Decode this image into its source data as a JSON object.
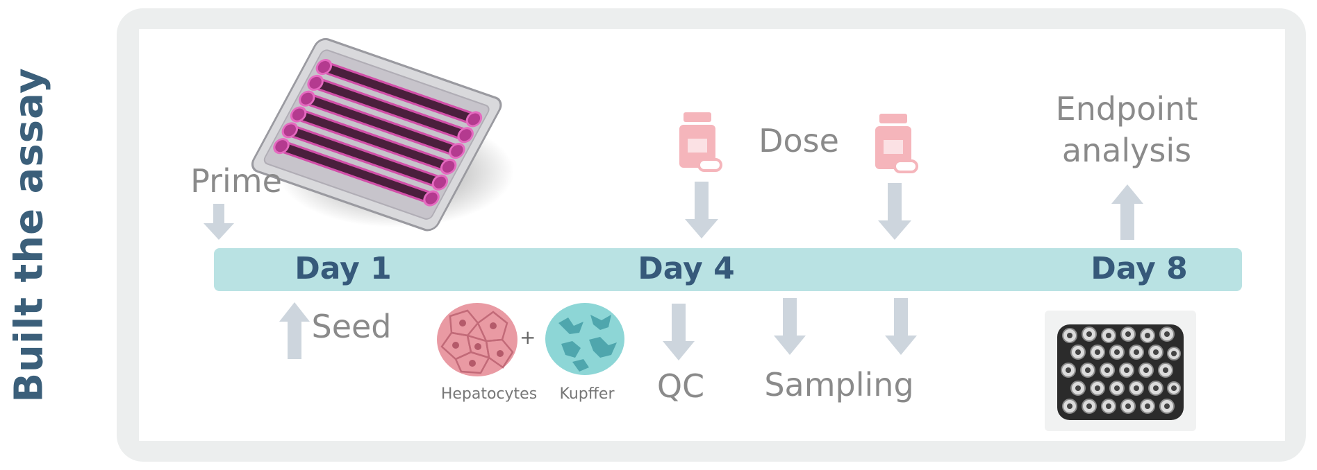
{
  "title": "Built the assay",
  "timeline": {
    "days": [
      "Day 1",
      "Day 4",
      "Day 8"
    ]
  },
  "steps": {
    "prime": "Prime",
    "seed": "Seed",
    "dose": "Dose",
    "qc": "QC",
    "sampling": "Sampling",
    "endpoint_line1": "Endpoint",
    "endpoint_line2": "analysis"
  },
  "cells": {
    "plus": "+",
    "hepatocytes": "Hepatocytes",
    "kupffer": "Kupffer"
  },
  "icons": {
    "arrow": "arrow-icon",
    "medicine": "medicine-bottle-icon",
    "plate": "microfluidic-plate-image",
    "hepatocyte_cells": "hepatocyte-cells-icon",
    "kupffer_cells": "kupffer-cells-icon",
    "microscopy": "microscopy-image"
  },
  "colors": {
    "title": "#3b5f7a",
    "timeline": "#b9e2e3",
    "arrow": "#cdd5dd",
    "medicine": "#f5b5bb",
    "label": "#8a8a8a",
    "hepatocyte": "#e99aa3",
    "kupffer": "#7fcfcf"
  }
}
